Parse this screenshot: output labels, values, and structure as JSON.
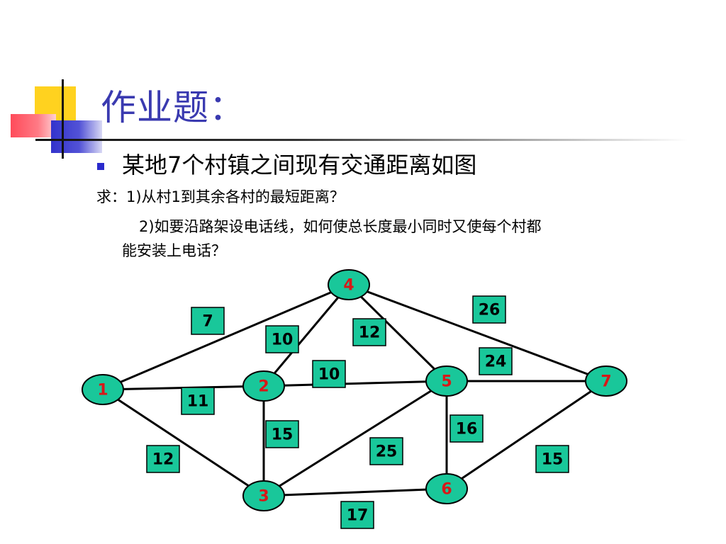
{
  "slide": {
    "title": "作业题：",
    "bullet": "某地7个村镇之间现有交通距离如图",
    "q1": "求：1)从村1到其余各村的最短距离？",
    "q2": "2)如要沿路架设电话线，如何使总长度最小同时又使每个村都",
    "q2_cont": "能安装上电话？"
  },
  "colors": {
    "title": "#3a3ab0",
    "node_fill": "#19c79a",
    "node_label": "#d81818",
    "weight_fill": "#19c79a"
  },
  "graph": {
    "nodes": [
      {
        "id": "1",
        "label": "1"
      },
      {
        "id": "2",
        "label": "2"
      },
      {
        "id": "3",
        "label": "3"
      },
      {
        "id": "4",
        "label": "4"
      },
      {
        "id": "5",
        "label": "5"
      },
      {
        "id": "6",
        "label": "6"
      },
      {
        "id": "7",
        "label": "7"
      }
    ],
    "edges": [
      {
        "from": "1",
        "to": "4",
        "weight": "7"
      },
      {
        "from": "1",
        "to": "2",
        "weight": "11"
      },
      {
        "from": "1",
        "to": "3",
        "weight": "12"
      },
      {
        "from": "2",
        "to": "4",
        "weight": "10"
      },
      {
        "from": "4",
        "to": "5",
        "weight": "12"
      },
      {
        "from": "4",
        "to": "7",
        "weight": "26"
      },
      {
        "from": "2",
        "to": "5",
        "weight": "10"
      },
      {
        "from": "5",
        "to": "7",
        "weight": "24"
      },
      {
        "from": "2",
        "to": "3",
        "weight": "15"
      },
      {
        "from": "3",
        "to": "5",
        "weight": "25"
      },
      {
        "from": "5",
        "to": "6",
        "weight": "16"
      },
      {
        "from": "6",
        "to": "7",
        "weight": "15"
      },
      {
        "from": "3",
        "to": "6",
        "weight": "17"
      }
    ]
  }
}
